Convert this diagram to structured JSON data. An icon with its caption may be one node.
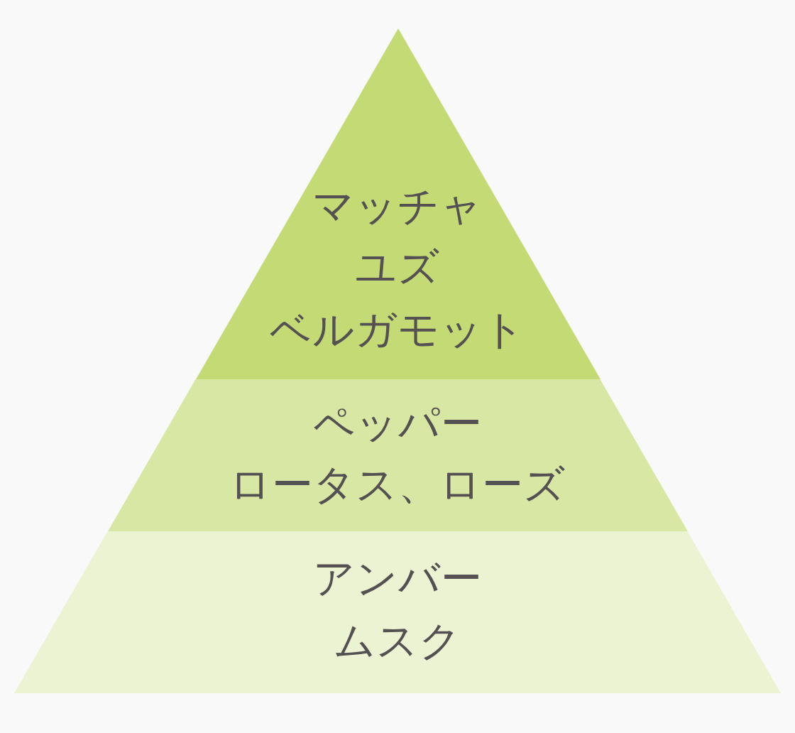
{
  "diagram": {
    "nodes": [
      {
        "text": [
          "マッチャ",
          "ユズ",
          "ベルガモット"
        ]
      },
      {
        "text": [
          "ペッパー",
          "ロータス、ローズ"
        ]
      },
      {
        "text": [
          "アンバー",
          "ムスク"
        ]
      }
    ]
  }
}
